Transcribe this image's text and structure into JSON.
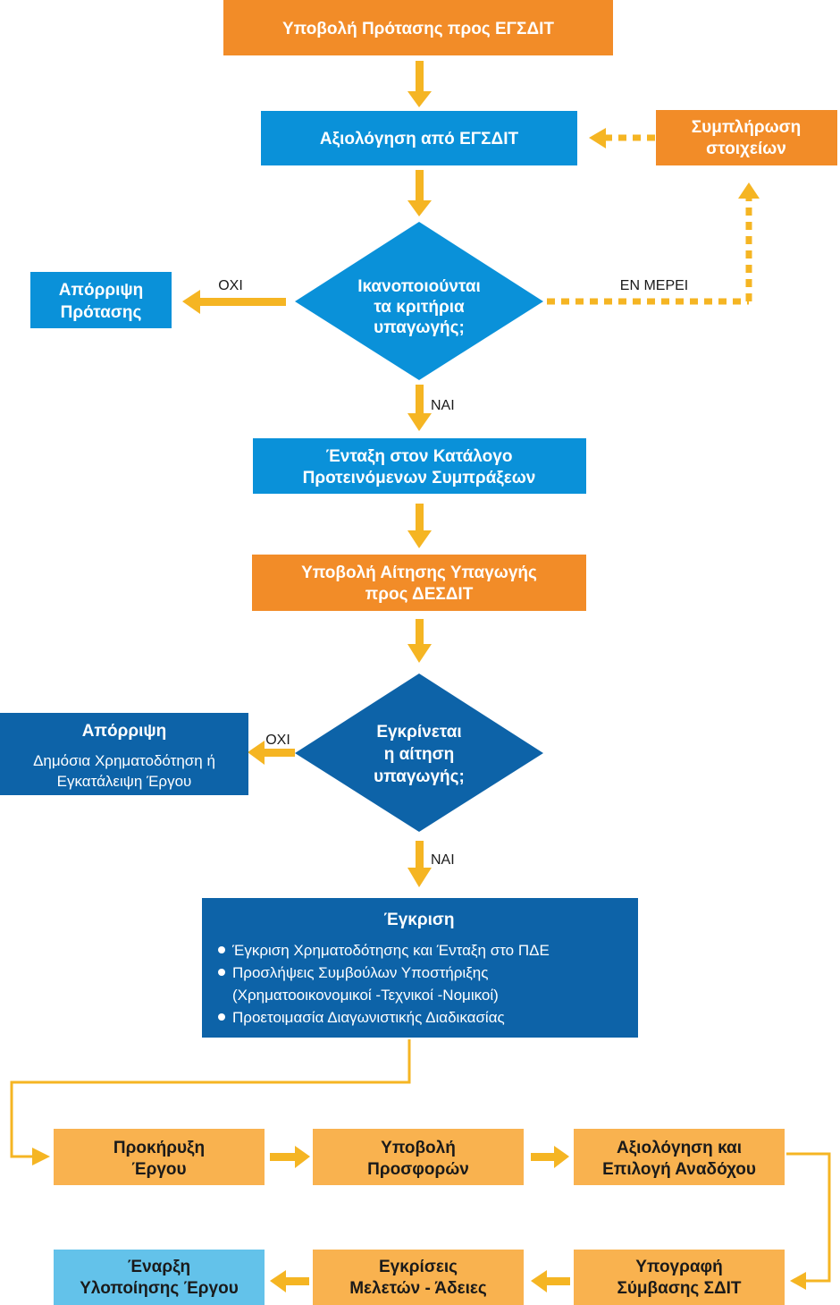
{
  "colors": {
    "orange": "#f28c28",
    "blue": "#0a91d9",
    "darkblue": "#0d63a8",
    "lightorange": "#f9b24f",
    "lightblue": "#63c2ea",
    "arrow": "#f5b523"
  },
  "nodes": {
    "submit_proposal": "Υποβολή Πρότασης προς ΕΓΣΔΙΤ",
    "evaluation": "Αξιολόγηση από ΕΓΣΔΙΤ",
    "complete_info": [
      "Συμπλήρωση",
      "στοιχείων"
    ],
    "criteria_question": [
      "Ικανοποιούνται",
      "τα κριτήρια",
      "υπαγωγής;"
    ],
    "reject_proposal": [
      "Απόρριψη",
      "Πρότασης"
    ],
    "catalog": [
      "Ένταξη στον Κατάλογο",
      "Προτεινόμενων Συμπράξεων"
    ],
    "submit_application": [
      "Υποβολή Αίτησης Υπαγωγής",
      "προς ΔΕΣΔΙΤ"
    ],
    "approve_question": [
      "Εγκρίνεται",
      "η αίτηση",
      "υπαγωγής;"
    ],
    "reject_public": {
      "title": "Απόρριψη",
      "lines": [
        "Δημόσια Χρηματοδότηση ή",
        "Εγκατάλειψη Έργου"
      ]
    },
    "approval": {
      "title": "Έγκριση",
      "bullets": [
        "Έγκριση Χρηματοδότησης και Ένταξη στο ΠΔΕ",
        "Προσλήψεις Συμβούλων Υποστήριξης",
        "(Χρηματοοικονομικοί -Τεχνικοί -Νομικοί)",
        "Προετοιμασία Διαγωνιστικής Διαδικασίας"
      ]
    },
    "tender": [
      "Προκήρυξη",
      "Έργου"
    ],
    "offers": [
      "Υποβολή",
      "Προσφορών"
    ],
    "select_contractor": [
      "Αξιολόγηση και",
      "Επιλογή Αναδόχου"
    ],
    "sign_contract": [
      "Υπογραφή",
      "Σύμβασης ΣΔΙΤ"
    ],
    "permits": [
      "Εγκρίσεις",
      "Μελετών - Άδειες"
    ],
    "start_project": [
      "Έναρξη",
      "Υλοποίησης Έργου"
    ]
  },
  "labels": {
    "no1": "ΟΧΙ",
    "partial": "ΕΝ ΜΕΡΕΙ",
    "yes1": "ΝΑΙ",
    "no2": "ΟΧΙ",
    "yes2": "ΝΑΙ"
  }
}
